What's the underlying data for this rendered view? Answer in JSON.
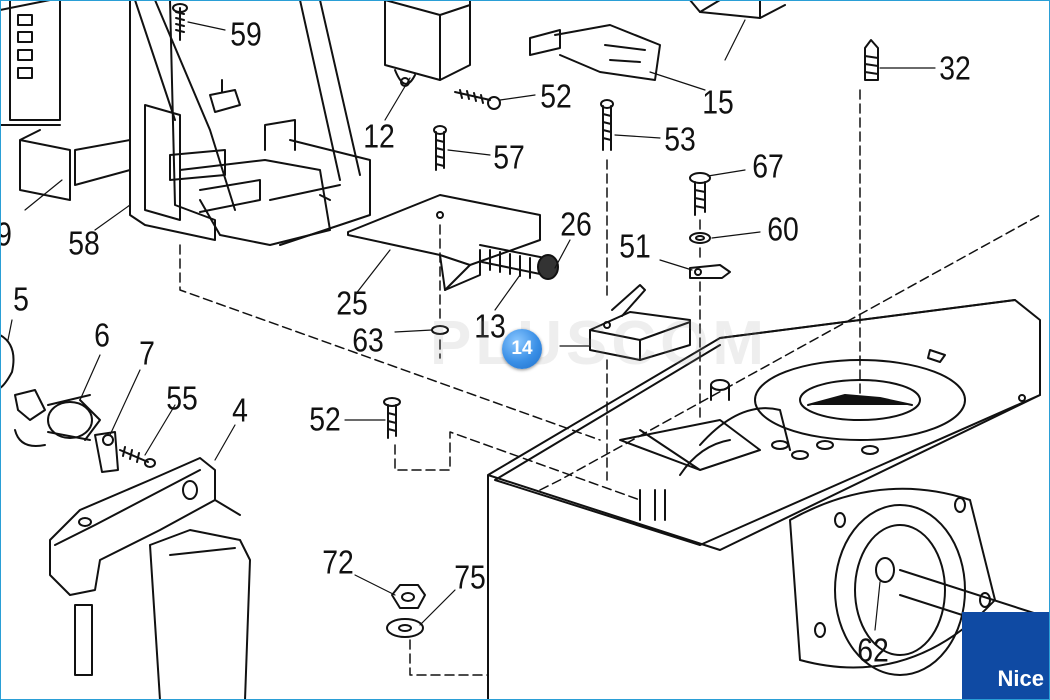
{
  "labels": {
    "p59": "59",
    "p52a": "52",
    "p12": "12",
    "p15": "15",
    "p32": "32",
    "p57": "57",
    "p53": "53",
    "p67": "67",
    "p9": "9",
    "p58": "58",
    "p26": "26",
    "p51": "51",
    "p60": "60",
    "p25": "25",
    "p5": "5",
    "p63": "63",
    "p13": "13",
    "p6": "6",
    "p7": "7",
    "p55": "55",
    "p4": "4",
    "p52b": "52",
    "p72": "72",
    "p75": "75",
    "p62": "62"
  },
  "hotspot": {
    "label": "14"
  },
  "watermark": "PLUSCOM",
  "brand": {
    "label": "Nice",
    "color": "#0f4aa3"
  },
  "colors": {
    "lineart": "#111111",
    "hotspot": "#3a8fe6"
  }
}
